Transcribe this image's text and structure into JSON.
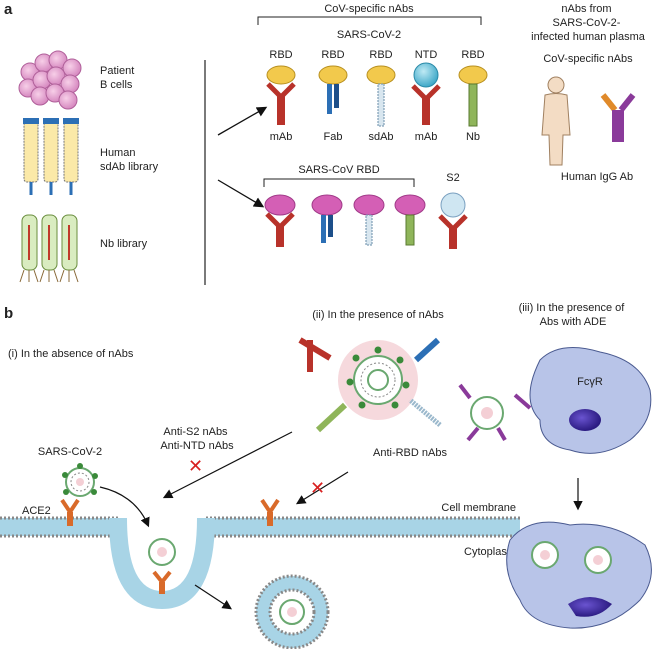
{
  "panel_a": {
    "letter": "a",
    "left_items": [
      "Patient\nB cells",
      "Human\nsdAb library",
      "Nb library"
    ],
    "cov_specific_title": "CoV-specific nAbs",
    "sars2_title": "SARS-CoV-2",
    "sars2_targets": [
      "RBD",
      "RBD",
      "RBD",
      "NTD",
      "RBD"
    ],
    "sars2_formats": [
      "mAb",
      "Fab",
      "sdAb",
      "mAb",
      "Nb"
    ],
    "sars_rbd_title": "SARS-CoV RBD",
    "s2_label": "S2",
    "plasma_title": "nAbs from\nSARS-CoV-2-\ninfected human plasma",
    "plasma_subtitle": "CoV-specific nAbs",
    "igg_label": "Human IgG Ab"
  },
  "panel_b": {
    "letter": "b",
    "absence_label": "(i) In the absence of nAbs",
    "presence_label": "(ii) In the presence of nAbs",
    "ade_label": "(iii) In the presence of\nAbs with ADE",
    "virus_label": "SARS-CoV-2",
    "ace2_label": "ACE2",
    "anti_s2_ntd_label": "Anti-S2 nAbs\nAnti-NTD nAbs",
    "anti_rbd_label": "Anti-RBD nAbs",
    "membrane_label": "Cell membrane",
    "cytoplasm_label": "Cytoplasm",
    "fcgr_label": "FcγR"
  },
  "colors": {
    "ab_red": "#b8322a",
    "ab_blue": "#2c6fb5",
    "ab_green": "#8fb55a",
    "ab_purple": "#8a3a9a",
    "ab_orange": "#e08a2a",
    "rbd_yellow": "#f2c94c",
    "rbd_magenta": "#d45fb5",
    "ntd_cyan": "#5cc0d8",
    "membrane_blue": "#a8d4e6",
    "cell_lavender": "#b8c4e8",
    "nucleus": "#3d2a9a",
    "halo_pink": "#f4cfd5",
    "cross_red": "#d82020"
  }
}
